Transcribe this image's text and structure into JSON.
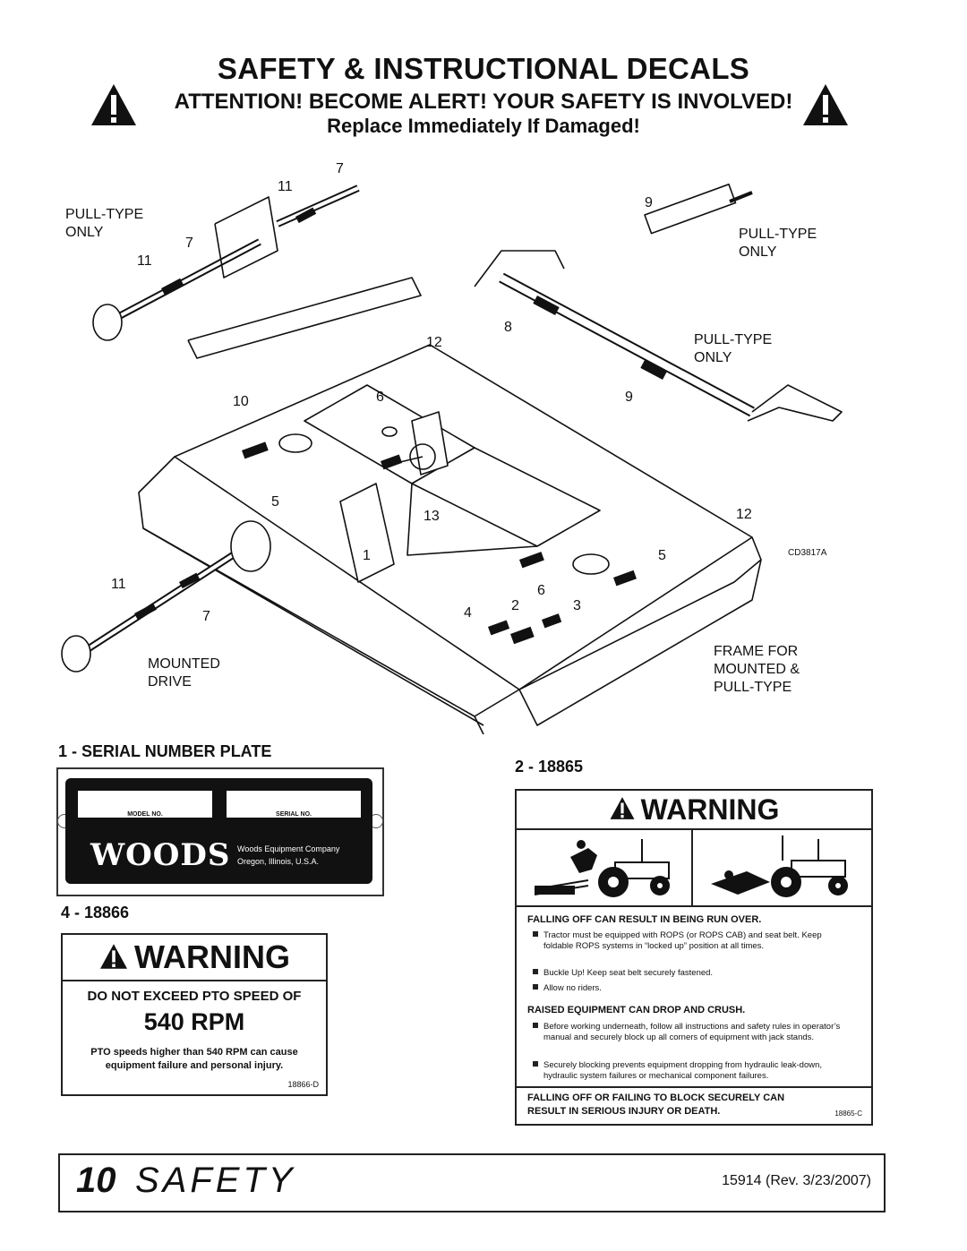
{
  "header": {
    "title": "SAFETY & INSTRUCTIONAL DECALS",
    "subtitle": "ATTENTION! BECOME ALERT! YOUR SAFETY IS INVOLVED!",
    "subtitle2": "Replace Immediately If Damaged!"
  },
  "diagram": {
    "labels": {
      "pull_type_only_left": "PULL-TYPE\nONLY",
      "pull_type_only_right_top": "PULL-TYPE\nONLY",
      "pull_type_only_right_mid": "PULL-TYPE\nONLY",
      "mounted_drive": "MOUNTED\nDRIVE",
      "frame_for": "FRAME FOR\nMOUNTED &\nPULL-TYPE",
      "drawing_code": "CD3817A"
    },
    "callouts": [
      "7",
      "11",
      "7",
      "11",
      "9",
      "8",
      "12",
      "9",
      "10",
      "6",
      "5",
      "13",
      "12",
      "1",
      "5",
      "11",
      "6",
      "7",
      "4",
      "2",
      "3"
    ]
  },
  "serial_plate": {
    "heading": "1 - SERIAL NUMBER PLATE",
    "model_label": "MODEL NO.",
    "serial_label": "SERIAL NO.",
    "logo": "WOODS",
    "company": "Woods Equipment Company",
    "location": "Oregon, Illinois, U.S.A."
  },
  "decal_4": {
    "heading": "4 - 18866",
    "warning": "WARNING",
    "line1": "DO NOT EXCEED PTO SPEED OF",
    "line2": "540 RPM",
    "line3a": "PTO speeds higher than 540 RPM can cause",
    "line3b": "equipment failure and personal injury.",
    "code": "18866-D"
  },
  "decal_2": {
    "heading": "2 - 18865",
    "warning": "WARNING",
    "section1": "FALLING OFF CAN RESULT IN BEING RUN OVER.",
    "bullets1": [
      "Tractor must be equipped with ROPS (or ROPS CAB) and seat belt. Keep foldable ROPS systems in “locked up” position at all times.",
      "Buckle Up! Keep seat belt securely fastened.",
      "Allow no riders."
    ],
    "section2": "RAISED EQUIPMENT CAN DROP AND CRUSH.",
    "bullets2": [
      "Before working underneath, follow all instructions and safety rules in operator’s manual and securely block up all corners of equipment with jack stands.",
      "Securely blocking prevents equipment dropping from hydraulic leak-down, hydraulic system failures or mechanical component failures."
    ],
    "footer_line1": "FALLING OFF OR FAILING TO BLOCK SECURELY CAN",
    "footer_line2": "RESULT IN SERIOUS INJURY OR DEATH.",
    "code": "18865-C"
  },
  "footer": {
    "page_number": "10",
    "section": "SAFETY",
    "revision": "15914 (Rev. 3/23/2007)"
  }
}
